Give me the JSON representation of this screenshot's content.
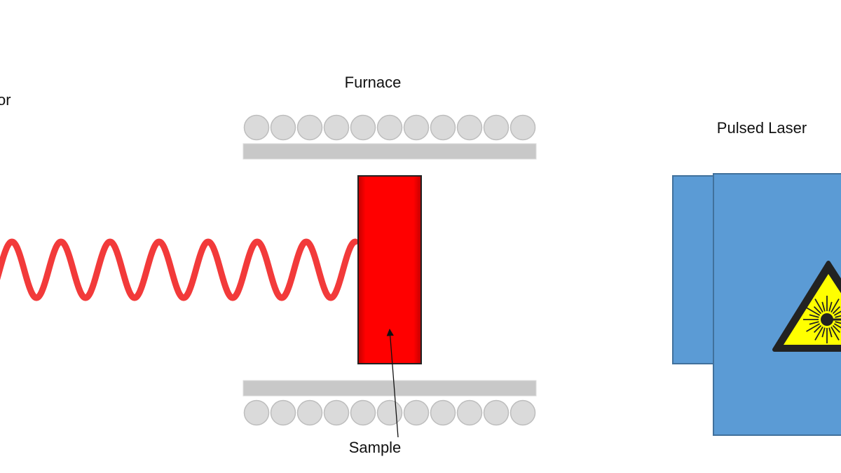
{
  "labels": {
    "detector_partial": "or",
    "furnace": "Furnace",
    "pulsed_laser": "Pulsed Laser",
    "sample": "Sample"
  },
  "colors": {
    "background": "#ffffff",
    "wave": "#f23a3a",
    "sample_fill": "#ff0000",
    "sample_outline": "#222222",
    "furnace_ball": "#dadada",
    "furnace_ball_outline": "#bdbdbd",
    "furnace_bar": "#c8c8c8",
    "laser_body": "#5b9bd5",
    "laser_outline": "#41719c",
    "warning_fill": "#ffff00",
    "warning_outline": "#222222",
    "text": "#111111"
  },
  "icons": {
    "laser_warning": "laser-hazard-warning-icon"
  }
}
